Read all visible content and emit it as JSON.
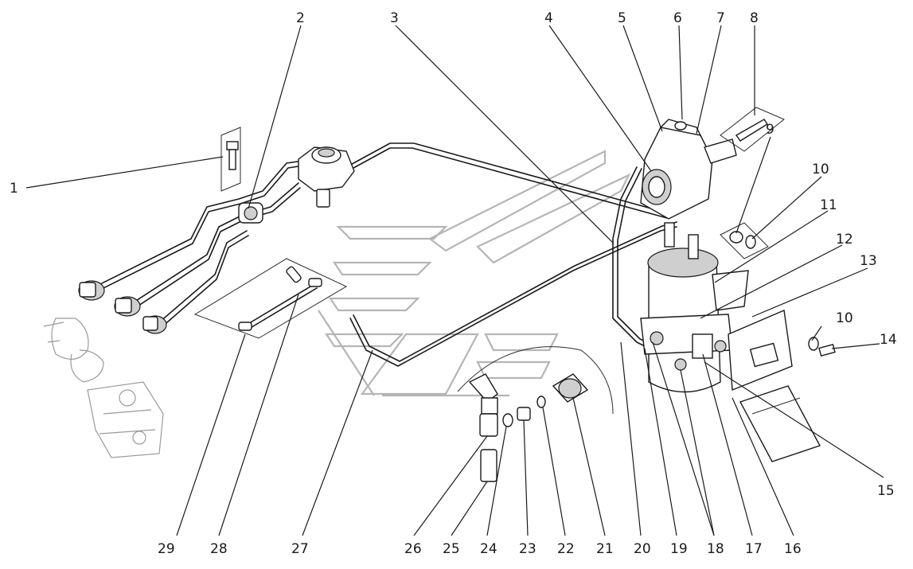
{
  "callouts": {
    "n1": "1",
    "n2": "2",
    "n3": "3",
    "n4": "4",
    "n5": "5",
    "n6": "6",
    "n7": "7",
    "n8": "8",
    "n9": "9",
    "n10a": "10",
    "n11": "11",
    "n12": "12",
    "n13": "13",
    "n10b": "10",
    "n14": "14",
    "n15": "15",
    "n16": "16",
    "n17": "17",
    "n18": "18",
    "n19": "19",
    "n20": "20",
    "n21": "21",
    "n22": "22",
    "n23": "23",
    "n24": "24",
    "n25": "25",
    "n26": "26",
    "n27": "27",
    "n28": "28",
    "n29": "29"
  }
}
